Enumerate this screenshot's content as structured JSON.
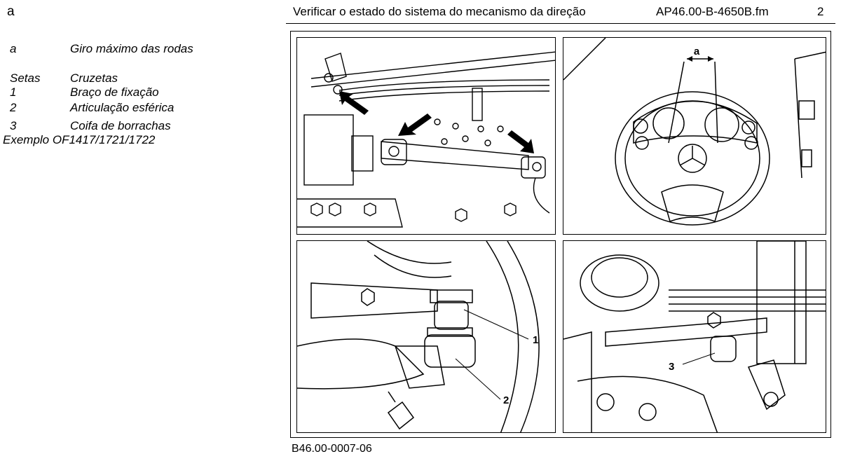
{
  "header": {
    "left_label": "a",
    "title": "Verificar o estado do sistema do mecanismo da direção",
    "doc_id": "AP46.00-B-4650B.fm",
    "page_number": "2"
  },
  "legend": {
    "items": [
      {
        "key": "a",
        "text": "Giro máximo das rodas"
      },
      {
        "key": "Setas",
        "text": "Cruzetas"
      },
      {
        "key": "1",
        "text": "Braço de fixação"
      },
      {
        "key": "2",
        "text": "Articulação esférica"
      },
      {
        "key": "3",
        "text": "Coifa de borrachas"
      }
    ],
    "example": "Exemplo OF1417/1721/1722"
  },
  "figure": {
    "callouts": {
      "a": "a",
      "one": "1",
      "two": "2",
      "three": "3"
    },
    "caption": "B46.00-0007-06"
  }
}
